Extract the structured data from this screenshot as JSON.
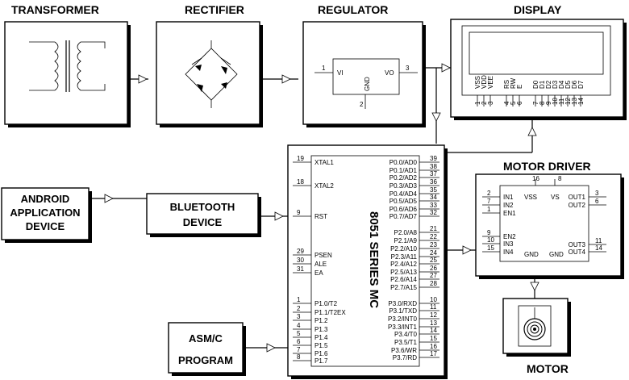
{
  "headings": {
    "transformer": "TRANSFORMER",
    "rectifier": "RECTIFIER",
    "regulator": "REGULATOR",
    "display": "DISPLAY",
    "motor_driver": "MOTOR DRIVER",
    "motor": "MOTOR"
  },
  "blocks": {
    "android_line1": "ANDROID",
    "android_line2": "APPLICATION",
    "android_line3": "DEVICE",
    "bluetooth_line1": "BLUETOOTH",
    "bluetooth_line2": "DEVICE",
    "program_line1": "ASM/C",
    "program_line2": "PROGRAM"
  },
  "regulator": {
    "vi": "VI",
    "vo": "VO",
    "gnd": "GND",
    "pin_in": "1",
    "pin_out": "3",
    "pin_gnd": "2"
  },
  "display_pins": {
    "labels": [
      "VSS",
      "VDD",
      "VEE",
      "RS",
      "RW",
      "E",
      "D0",
      "D1",
      "D2",
      "D3",
      "D4",
      "D5",
      "D6",
      "D7"
    ],
    "numbers": [
      "1",
      "2",
      "3",
      "4",
      "5",
      "6",
      "7",
      "8",
      "9",
      "10",
      "11",
      "12",
      "13",
      "14"
    ]
  },
  "mcu": {
    "title": "8051 SERIES MC",
    "left_pins": [
      {
        "num": "19",
        "label": "XTAL1"
      },
      {
        "num": "18",
        "label": "XTAL2"
      },
      {
        "num": "9",
        "label": "RST"
      },
      {
        "num": "29",
        "label": "PSEN"
      },
      {
        "num": "30",
        "label": "ALE"
      },
      {
        "num": "31",
        "label": "EA"
      },
      {
        "num": "1",
        "label": "P1.0/T2"
      },
      {
        "num": "2",
        "label": "P1.1/T2EX"
      },
      {
        "num": "3",
        "label": "P1.2"
      },
      {
        "num": "4",
        "label": "P1.3"
      },
      {
        "num": "5",
        "label": "P1.4"
      },
      {
        "num": "6",
        "label": "P1.5"
      },
      {
        "num": "7",
        "label": "P1.6"
      },
      {
        "num": "8",
        "label": "P1.7"
      }
    ],
    "right_pins": [
      {
        "num": "39",
        "label": "P0.0/AD0"
      },
      {
        "num": "38",
        "label": "P0.1/AD1"
      },
      {
        "num": "37",
        "label": "P0.2/AD2"
      },
      {
        "num": "36",
        "label": "P0.3/AD3"
      },
      {
        "num": "35",
        "label": "P0.4/AD4"
      },
      {
        "num": "34",
        "label": "P0.5/AD5"
      },
      {
        "num": "33",
        "label": "P0.6/AD6"
      },
      {
        "num": "32",
        "label": "P0.7/AD7"
      },
      {
        "num": "21",
        "label": "P2.0/A8"
      },
      {
        "num": "22",
        "label": "P2.1/A9"
      },
      {
        "num": "23",
        "label": "P2.2/A10"
      },
      {
        "num": "24",
        "label": "P2.3/A11"
      },
      {
        "num": "25",
        "label": "P2.4/A12"
      },
      {
        "num": "26",
        "label": "P2.5/A13"
      },
      {
        "num": "27",
        "label": "P2.6/A14"
      },
      {
        "num": "28",
        "label": "P2.7/A15"
      },
      {
        "num": "10",
        "label": "P3.0/RXD"
      },
      {
        "num": "11",
        "label": "P3.1/TXD"
      },
      {
        "num": "12",
        "label": "P3.2/INT0"
      },
      {
        "num": "13",
        "label": "P3.3/INT1"
      },
      {
        "num": "14",
        "label": "P3.4/T0"
      },
      {
        "num": "15",
        "label": "P3.5/T1"
      },
      {
        "num": "16",
        "label": "P3.6/WR"
      },
      {
        "num": "17",
        "label": "P3.7/RD"
      }
    ]
  },
  "driver": {
    "vss": "VSS",
    "vs": "VS",
    "gnd1": "GND",
    "gnd2": "GND",
    "pin_vss": "16",
    "pin_vs": "8",
    "inputs": [
      {
        "num": "2",
        "label": "IN1"
      },
      {
        "num": "7",
        "label": "IN2"
      },
      {
        "num": "1",
        "label": "EN1"
      },
      {
        "num": "9",
        "label": "EN2"
      },
      {
        "num": "10",
        "label": "IN3"
      },
      {
        "num": "15",
        "label": "IN4"
      }
    ],
    "outputs": [
      {
        "num": "3",
        "label": "OUT1"
      },
      {
        "num": "6",
        "label": "OUT2"
      },
      {
        "num": "11",
        "label": "OUT3"
      },
      {
        "num": "14",
        "label": "OUT4"
      }
    ]
  }
}
